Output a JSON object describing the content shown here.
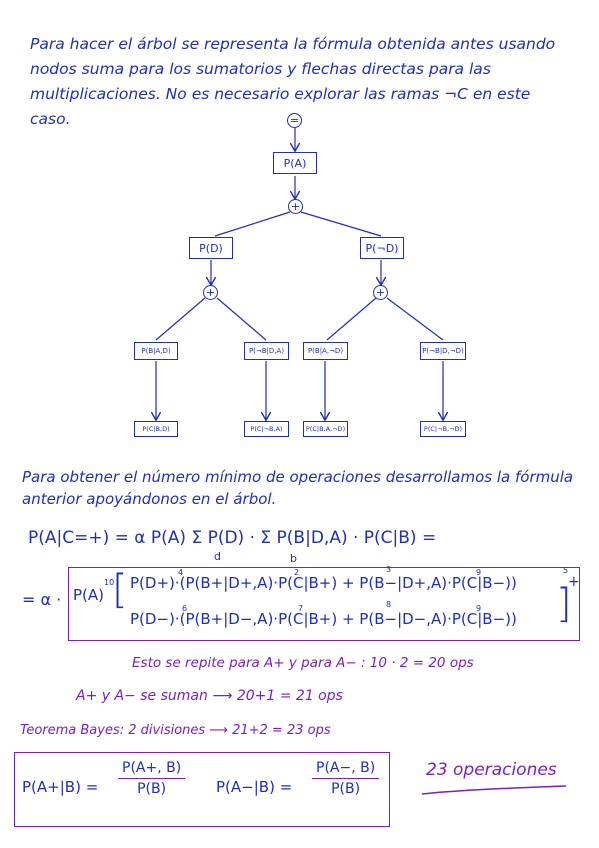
{
  "intro_lines": [
    "Para hacer el árbol se representa la fórmula obtenida antes usando",
    "nodos suma para los sumatorios y flechas directas para las",
    "multiplicaciones. No es necesario explorar las ramas ¬C en este",
    "caso."
  ],
  "tree": {
    "root_symbol": "=",
    "node_a": "P(A)",
    "plus": "+",
    "node_d": "P(D)",
    "node_not_d": "P(¬D)",
    "mid_nodes": [
      "P(B|A,D)",
      "P(¬B|D,A)",
      "P(B|A,¬D)",
      "P(¬B|D,¬D)"
    ],
    "leaf_nodes": [
      "P(C|B,D)",
      "P(C|¬B,A)",
      "P(C|B,A,¬D)",
      "P(C|¬B,¬D)"
    ]
  },
  "second_paragraph": [
    "Para obtener el número mínimo de operaciones desarrollamos la fórmula",
    "anterior apoyándonos en el árbol."
  ],
  "formula_main": "P(A|C=+) = α P(A) Σ P(D) · Σ P(B|D,A) · P(C|B) =",
  "sum_index_d": "d",
  "sum_index_b": "b",
  "expanded": {
    "prefix": "= α ·",
    "pa": "P(A)",
    "exp_10": "10",
    "line1": "P(D+)·(P(B+|D+,A)·P(C|B+) + P(B−|D+,A)·P(C|B−))",
    "line2": "P(D−)·(P(B+|D−,A)·P(C|B+) + P(B−|D−,A)·P(C|B−))",
    "ops_line1": [
      "4",
      "2",
      "3",
      "9",
      "5",
      "+"
    ],
    "ops_line2": [
      "6",
      "7",
      "8",
      "9"
    ]
  },
  "repeat_note": "Esto se repite para A+ y para A− : 10 · 2 = 20 ops",
  "sum_note": "A+ y A− se suman ⟶ 20+1 = 21 ops",
  "bayes_note": "Teorema Bayes: 2 divisiones ⟶ 21+2 = 23 ops",
  "bayes": {
    "left_lhs": "P(A+|B) =",
    "left_num": "P(A+, B)",
    "left_den": "P(B)",
    "right_lhs": "P(A−|B) =",
    "right_num": "P(A−, B)",
    "right_den": "P(B)"
  },
  "result": "23 operaciones",
  "colors": {
    "blue": "#1f2fb8",
    "purple": "#7a1fc4"
  }
}
